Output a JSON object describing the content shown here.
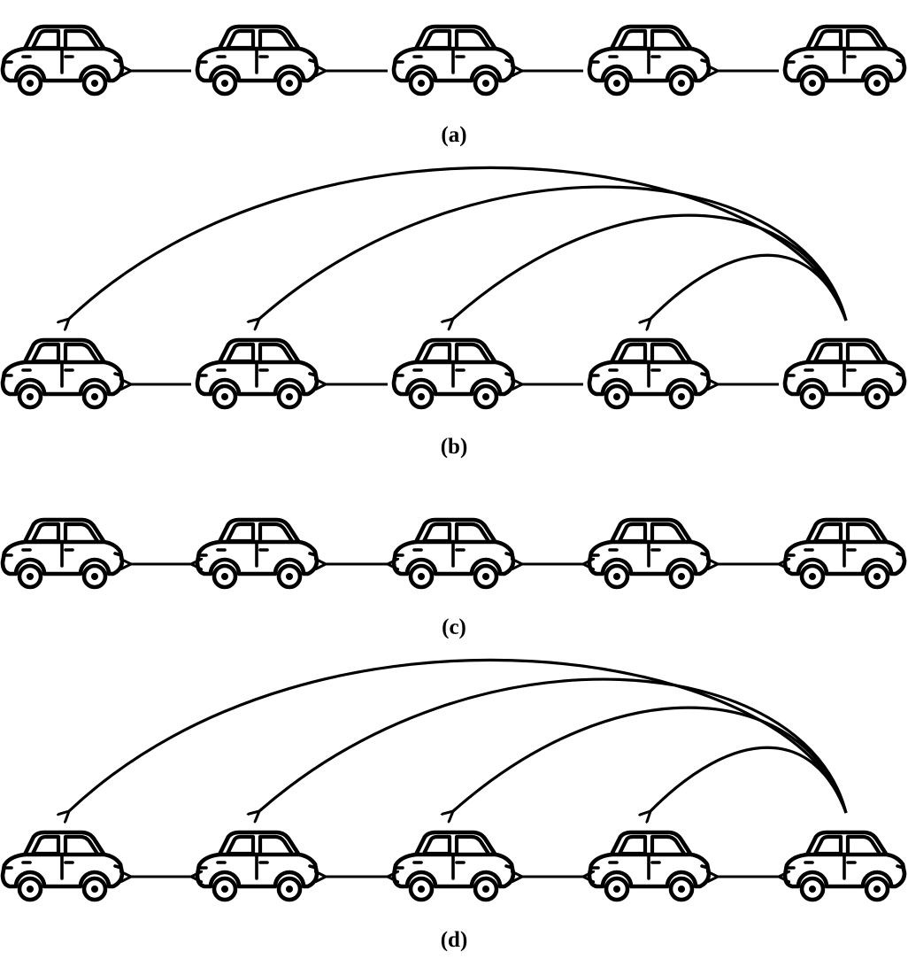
{
  "colors": {
    "line": "#000000",
    "background": "#ffffff"
  },
  "panels": [
    {
      "caption": "(a)",
      "vehicles": [
        "car-icon",
        "car-icon",
        "car-icon",
        "car-icon",
        "car-icon"
      ],
      "neighbor_links": "backward",
      "long_links": false
    },
    {
      "caption": "(b)",
      "vehicles": [
        "car-icon",
        "car-icon",
        "car-icon",
        "car-icon",
        "car-icon"
      ],
      "neighbor_links": "backward",
      "long_links": true
    },
    {
      "caption": "(c)",
      "vehicles": [
        "car-icon",
        "car-icon",
        "car-icon",
        "car-icon",
        "car-icon"
      ],
      "neighbor_links": "bidirectional",
      "long_links": false
    },
    {
      "caption": "(d)",
      "vehicles": [
        "car-icon",
        "car-icon",
        "car-icon",
        "car-icon",
        "car-icon"
      ],
      "neighbor_links": "bidirectional",
      "long_links": true
    }
  ]
}
